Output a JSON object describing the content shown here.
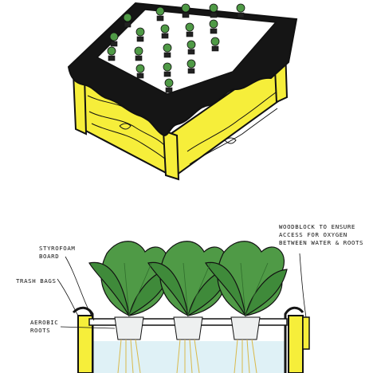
{
  "labels": {
    "styrofoam": "STYROFOAM\nBOARD",
    "trash_bags": "TRASH BAGS",
    "aerobic_roots": "AEROBIC\nROOTS",
    "woodblock": "WOODBLOCK TO ENSURE\nACCESS FOR OXYGEN\nBETWEEN WATER & ROOTS"
  },
  "colors": {
    "wood": "#f6ee3a",
    "outline": "#111111",
    "liner": "#151515",
    "foam": "#ffffff",
    "leaf": "#4f9a46",
    "leaf_dark": "#2f6e2c",
    "water": "#dff1f6",
    "roots": "#e8d27a"
  }
}
